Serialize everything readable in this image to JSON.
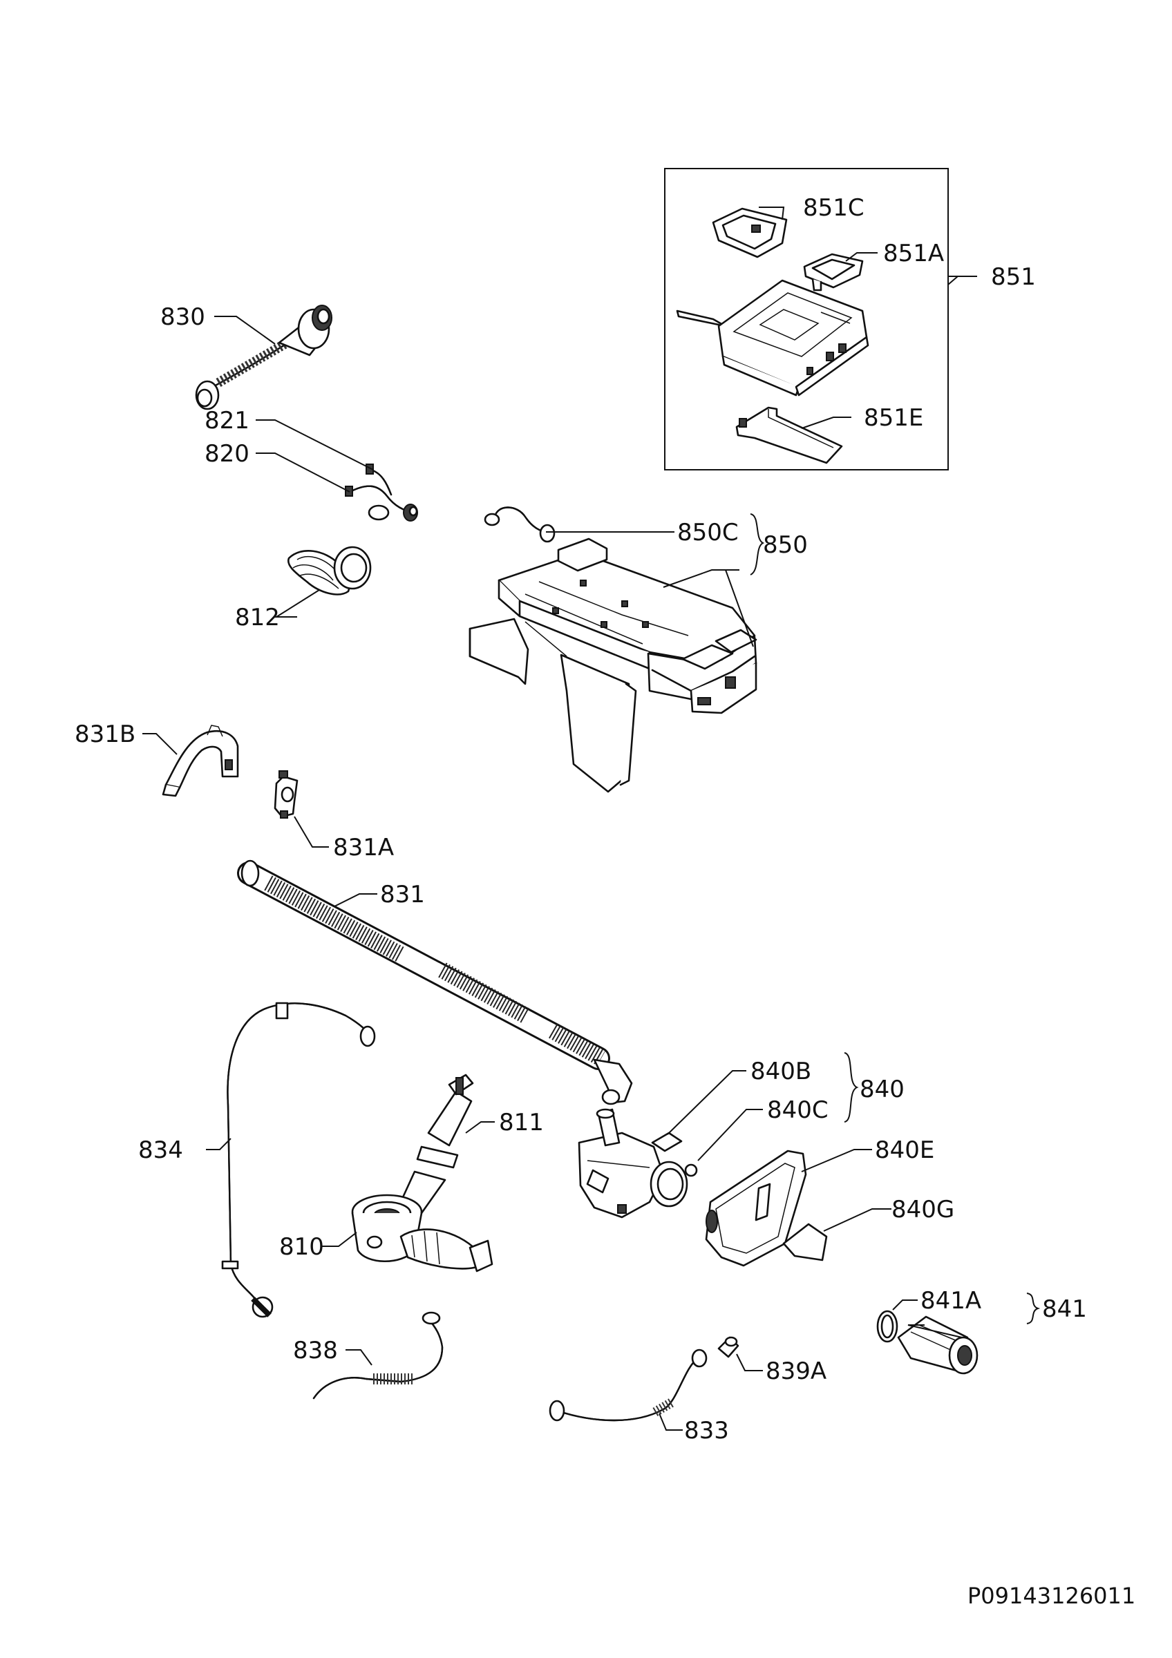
{
  "diagram": {
    "labels": {
      "p830": "830",
      "p821": "821",
      "p820": "820",
      "p812": "812",
      "p851C": "851C",
      "p851A": "851A",
      "p851": "851",
      "p851E": "851E",
      "p850C": "850C",
      "p850": "850",
      "p831B": "831B",
      "p831A": "831A",
      "p831": "831",
      "p840B": "840B",
      "p840": "840",
      "p840C": "840C",
      "p834": "834",
      "p811": "811",
      "p840E": "840E",
      "p840G": "840G",
      "p810": "810",
      "p841A": "841A",
      "p841": "841",
      "p838": "838",
      "p839A": "839A",
      "p833": "833"
    },
    "code": "P09143126011"
  }
}
